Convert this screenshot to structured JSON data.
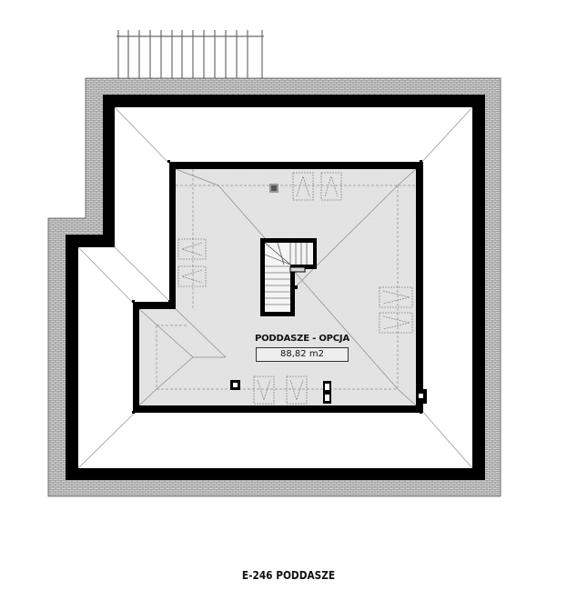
{
  "plan": {
    "room": {
      "name": "PODDASZE - OPCJA",
      "area": "88,82 m2"
    },
    "caption": "E-246 PODDASZE",
    "colors": {
      "wall": "#000000",
      "insulation": "#bdbdbd",
      "interior_fill": "#e4e4e4",
      "background": "#ffffff",
      "hidden_line": "#8a8a8a"
    },
    "icons": [
      "railing",
      "staircase",
      "chimney",
      "roof-window",
      "vent"
    ]
  }
}
